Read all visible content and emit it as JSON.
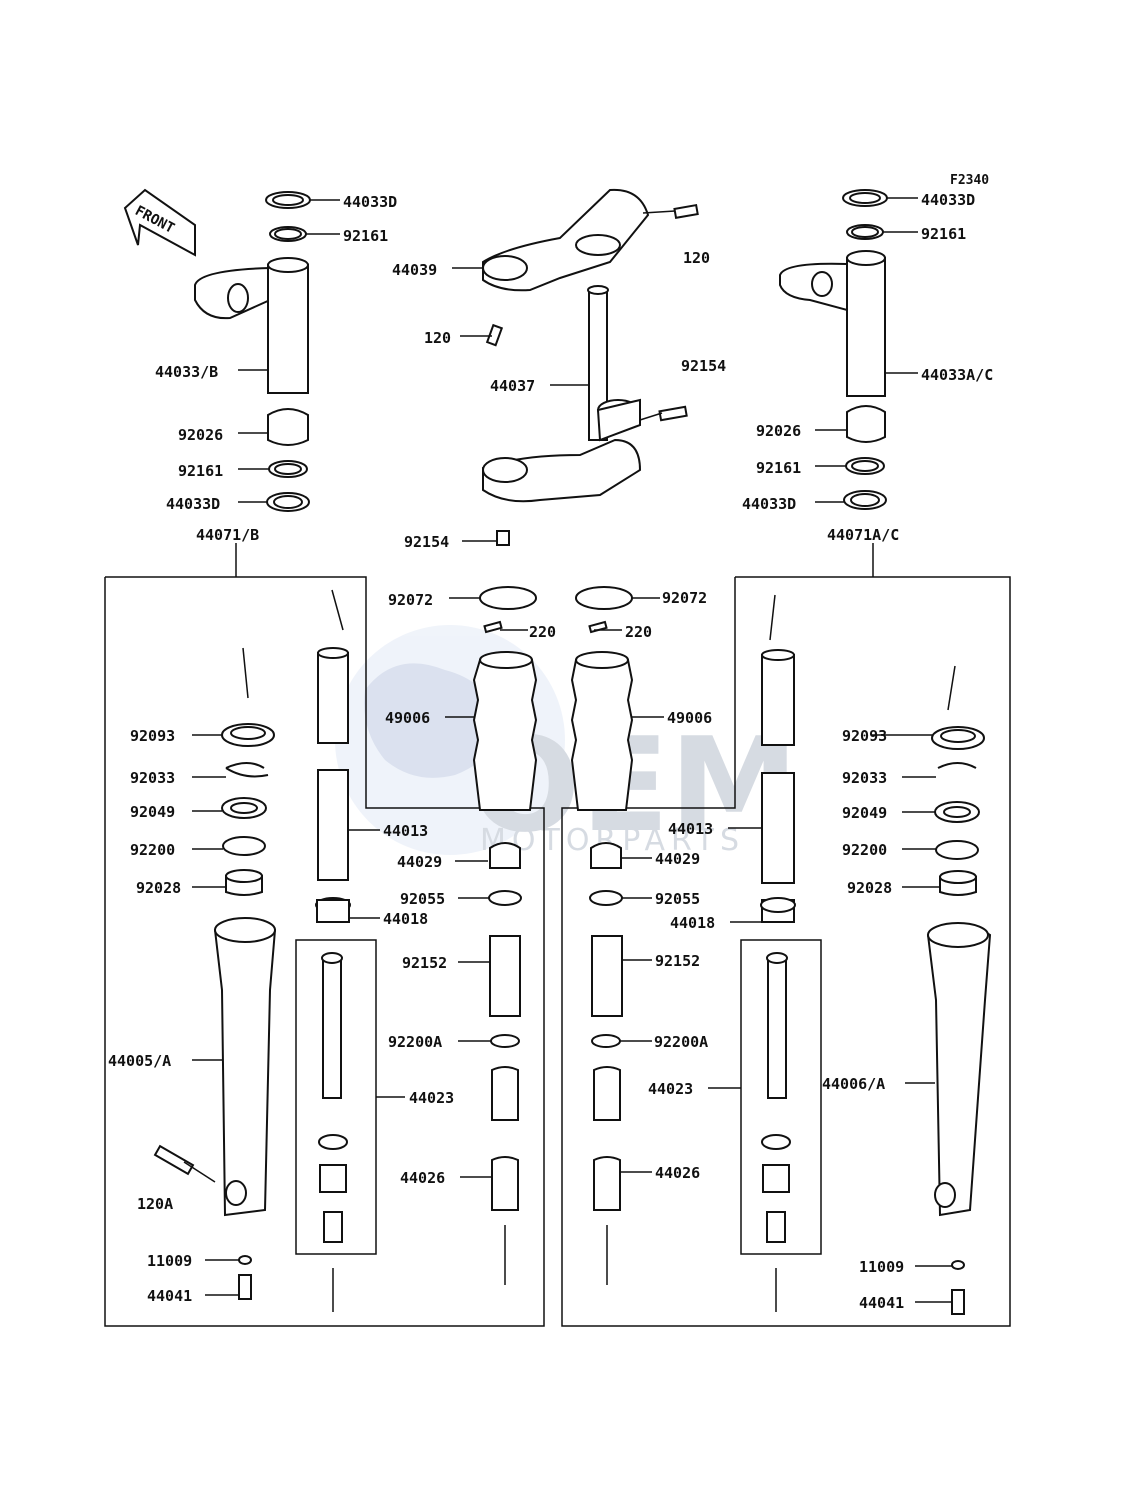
{
  "diagram": {
    "code": "F2340",
    "front_label": "FRONT",
    "watermark": {
      "brand": "OEM",
      "sub": "MOTORPARTS"
    },
    "labels": {
      "l_44033D_top": "44033D",
      "l_92161_top": "92161",
      "l_44033B": "44033/B",
      "l_92026": "92026",
      "l_92161_low": "92161",
      "l_44033D_low": "44033D",
      "l_44071B": "44071/B",
      "l_44039": "44039",
      "l_120_left": "120",
      "l_120_right": "120",
      "l_44037": "44037",
      "l_92154_upper": "92154",
      "l_92154_lower": "92154",
      "r_44033D_top": "44033D",
      "r_92161_top": "92161",
      "r_44033AC": "44033A/C",
      "r_92026": "92026",
      "r_92161_low": "92161",
      "r_44033D_low": "44033D",
      "r_44071AC": "44071A/C",
      "c_92072_left": "92072",
      "c_220_left": "220",
      "c_92072_right": "92072",
      "c_220_right": "220",
      "c_49006_left": "49006",
      "c_49006_right": "49006",
      "l_92093": "92093",
      "l_92033": "92033",
      "l_92049": "92049",
      "l_92200": "92200",
      "l_92028": "92028",
      "l_44013": "44013",
      "l_44029": "44029",
      "l_92055": "92055",
      "l_44018": "44018",
      "l_92152": "92152",
      "l_92200A": "92200A",
      "l_44005A": "44005/A",
      "l_44023": "44023",
      "l_44026": "44026",
      "l_120A": "120A",
      "l_11009": "11009",
      "l_44041": "44041",
      "r_92093": "92093",
      "r_92033": "92033",
      "r_92049": "92049",
      "r_92200": "92200",
      "r_92028": "92028",
      "r_44013": "44013",
      "r_44029": "44029",
      "r_92055": "92055",
      "r_44018": "44018",
      "r_92152": "92152",
      "r_92200A": "92200A",
      "r_44023": "44023",
      "r_44026": "44026",
      "r_44006A": "44006/A",
      "r_11009": "11009",
      "r_44041": "44041"
    }
  }
}
